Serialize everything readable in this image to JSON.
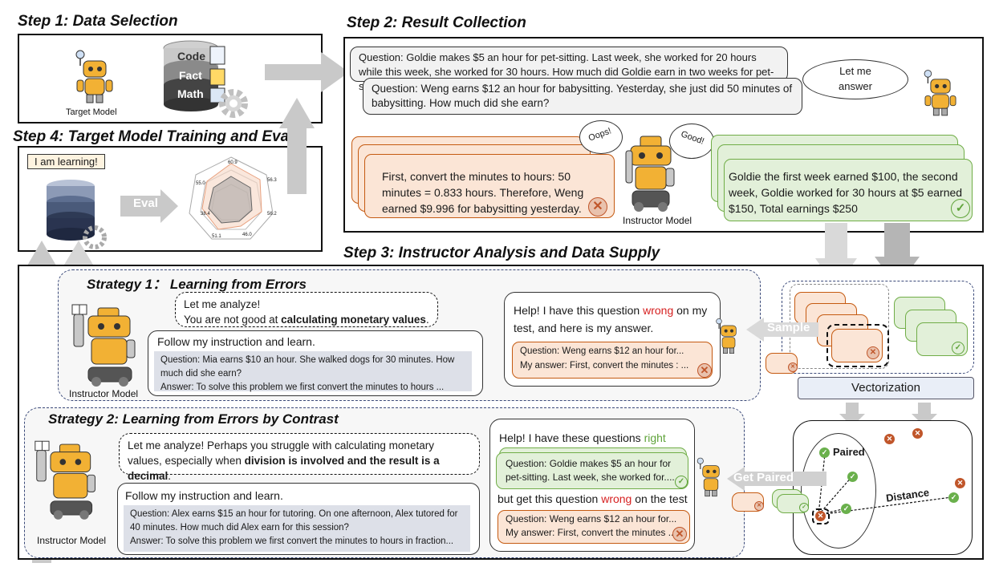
{
  "steps": {
    "step1": "Step 1: Data Selection",
    "step2": "Step 2: Result Collection",
    "step3": "Step 3: Instructor Analysis and Data Supply",
    "step4": "Step 4: Target Model  Training and Eval"
  },
  "step1": {
    "db_labels": [
      "Code",
      "Fact",
      "Math"
    ],
    "target_model_label": "Target Model"
  },
  "step4": {
    "learning_bubble": "I am learning!",
    "eval_label": "Eval",
    "radar_values": [
      "60.9",
      "56.3",
      "56.2",
      "46.0",
      "51.1",
      "38.4",
      "55.0"
    ]
  },
  "step2": {
    "q1": "Question: Goldie makes $5 an hour for pet-sitting. Last week, she worked for 20 hours while this week, she worked for 30 hours. How much did Goldie earn in two weeks for pet-sitting?",
    "q2": "Question: Weng earns $12 an hour for babysitting. Yesterday, she just did 50 minutes of babysitting. How much did she earn?",
    "let_me_answer": "Let me answer",
    "wrong_answer": "First, convert the minutes to hours: 50 minutes = 0.833 hours. Therefore, Weng earned $9.996 for babysitting yesterday.",
    "right_answer": "Goldie the first week earned $100, the second week, Goldie worked for 30 hours at $5 earned $150, Total earnings $250",
    "oops": "Oops!",
    "good": "Good!",
    "instructor_label": "Instructor Model"
  },
  "strategy1": {
    "title": "Strategy 1： Learning from Errors",
    "speech_line1": "Let me analyze!",
    "speech_line2_pre": "You are not good at ",
    "speech_line2_bold": "calculating monetary values",
    "speech_line2_post": ".",
    "follow": "Follow my instruction and learn.",
    "example_q": "Question: Mia earns $10 an hour. She walked dogs for 30 minutes. How much did she earn?",
    "example_a": "Answer: To solve this problem we first convert the minutes to hours ...",
    "instructor_label": "Instructor Model",
    "help_pre": "Help! I have this question ",
    "help_wrong": "wrong",
    "help_post": " on my test,  and here is my answer.",
    "card_q": "Question: Weng earns $12 an hour for...",
    "card_a": "My answer: First, convert the minutes : ..."
  },
  "strategy2": {
    "title": "Strategy 2:  Learning from Errors by Contrast",
    "speech_pre": "Let me analyze!  Perhaps you struggle with calculating monetary values, especially when ",
    "speech_bold": "division is involved and the result is a decimal",
    "speech_post": ".",
    "follow": "Follow my instruction and learn.",
    "example_q": "Question: Alex earns $15 an hour for tutoring. On one afternoon, Alex tutored for 40 minutes. How much did Alex earn for this session?",
    "example_a": "Answer: To solve this problem we first convert the minutes to hours in fraction...",
    "instructor_label": "Instructor Model",
    "help_pre": "Help!  I have these questions ",
    "help_right": "right",
    "right_card": "Question: Goldie makes $5 an hour for pet-sitting. Last week, she worked for....",
    "but_pre": "but get this question  ",
    "but_wrong": "wrong",
    "but_post": " on the test",
    "wrong_card_q": "Question: Weng earns $12 an hour for...",
    "wrong_card_a": "My answer: First, convert the minutes ..."
  },
  "right_panel": {
    "sample": "Sample",
    "vectorization": "Vectorization",
    "get_paired": "Get Paired",
    "paired": "Paired",
    "distance": "Distance"
  },
  "colors": {
    "orange_fill": "#fbe5d6",
    "orange_border": "#c55a11",
    "green_fill": "#e2f0d9",
    "green_border": "#70ad47",
    "wrong_red": "#d62020",
    "right_green": "#5fa33a"
  },
  "icons": [
    "robot-icon",
    "database-icon",
    "gear-icon",
    "book-icon",
    "check-icon",
    "cross-icon",
    "radar-chart-icon"
  ]
}
